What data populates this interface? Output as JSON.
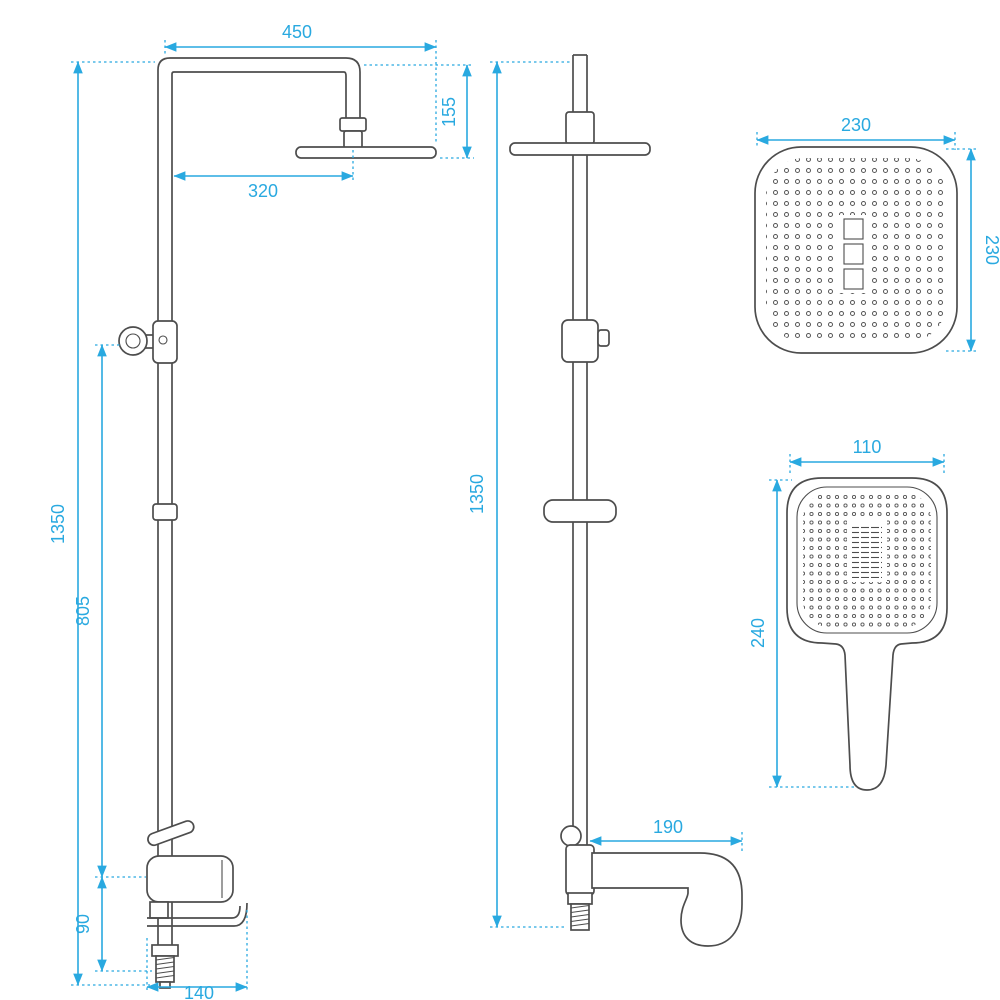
{
  "title": "Shower column technical dimension drawing",
  "colors": {
    "dimension_blue": "#29A9E0",
    "outline_gray": "#4D4D4D",
    "background": "#FFFFFF"
  },
  "front_view": {
    "dim_top_width": "450",
    "dim_head_drop": "155",
    "dim_head_reach": "320",
    "dim_total_height": "1350",
    "dim_bracket_to_mixer": "805",
    "dim_mixer_to_outlet": "90",
    "dim_shelf_width": "140"
  },
  "side_view": {
    "dim_total_height": "1350",
    "dim_spout_reach": "190"
  },
  "head_top_view": {
    "dim_width": "230",
    "dim_depth": "230"
  },
  "hand_shower_view": {
    "dim_width": "110",
    "dim_length": "240"
  }
}
